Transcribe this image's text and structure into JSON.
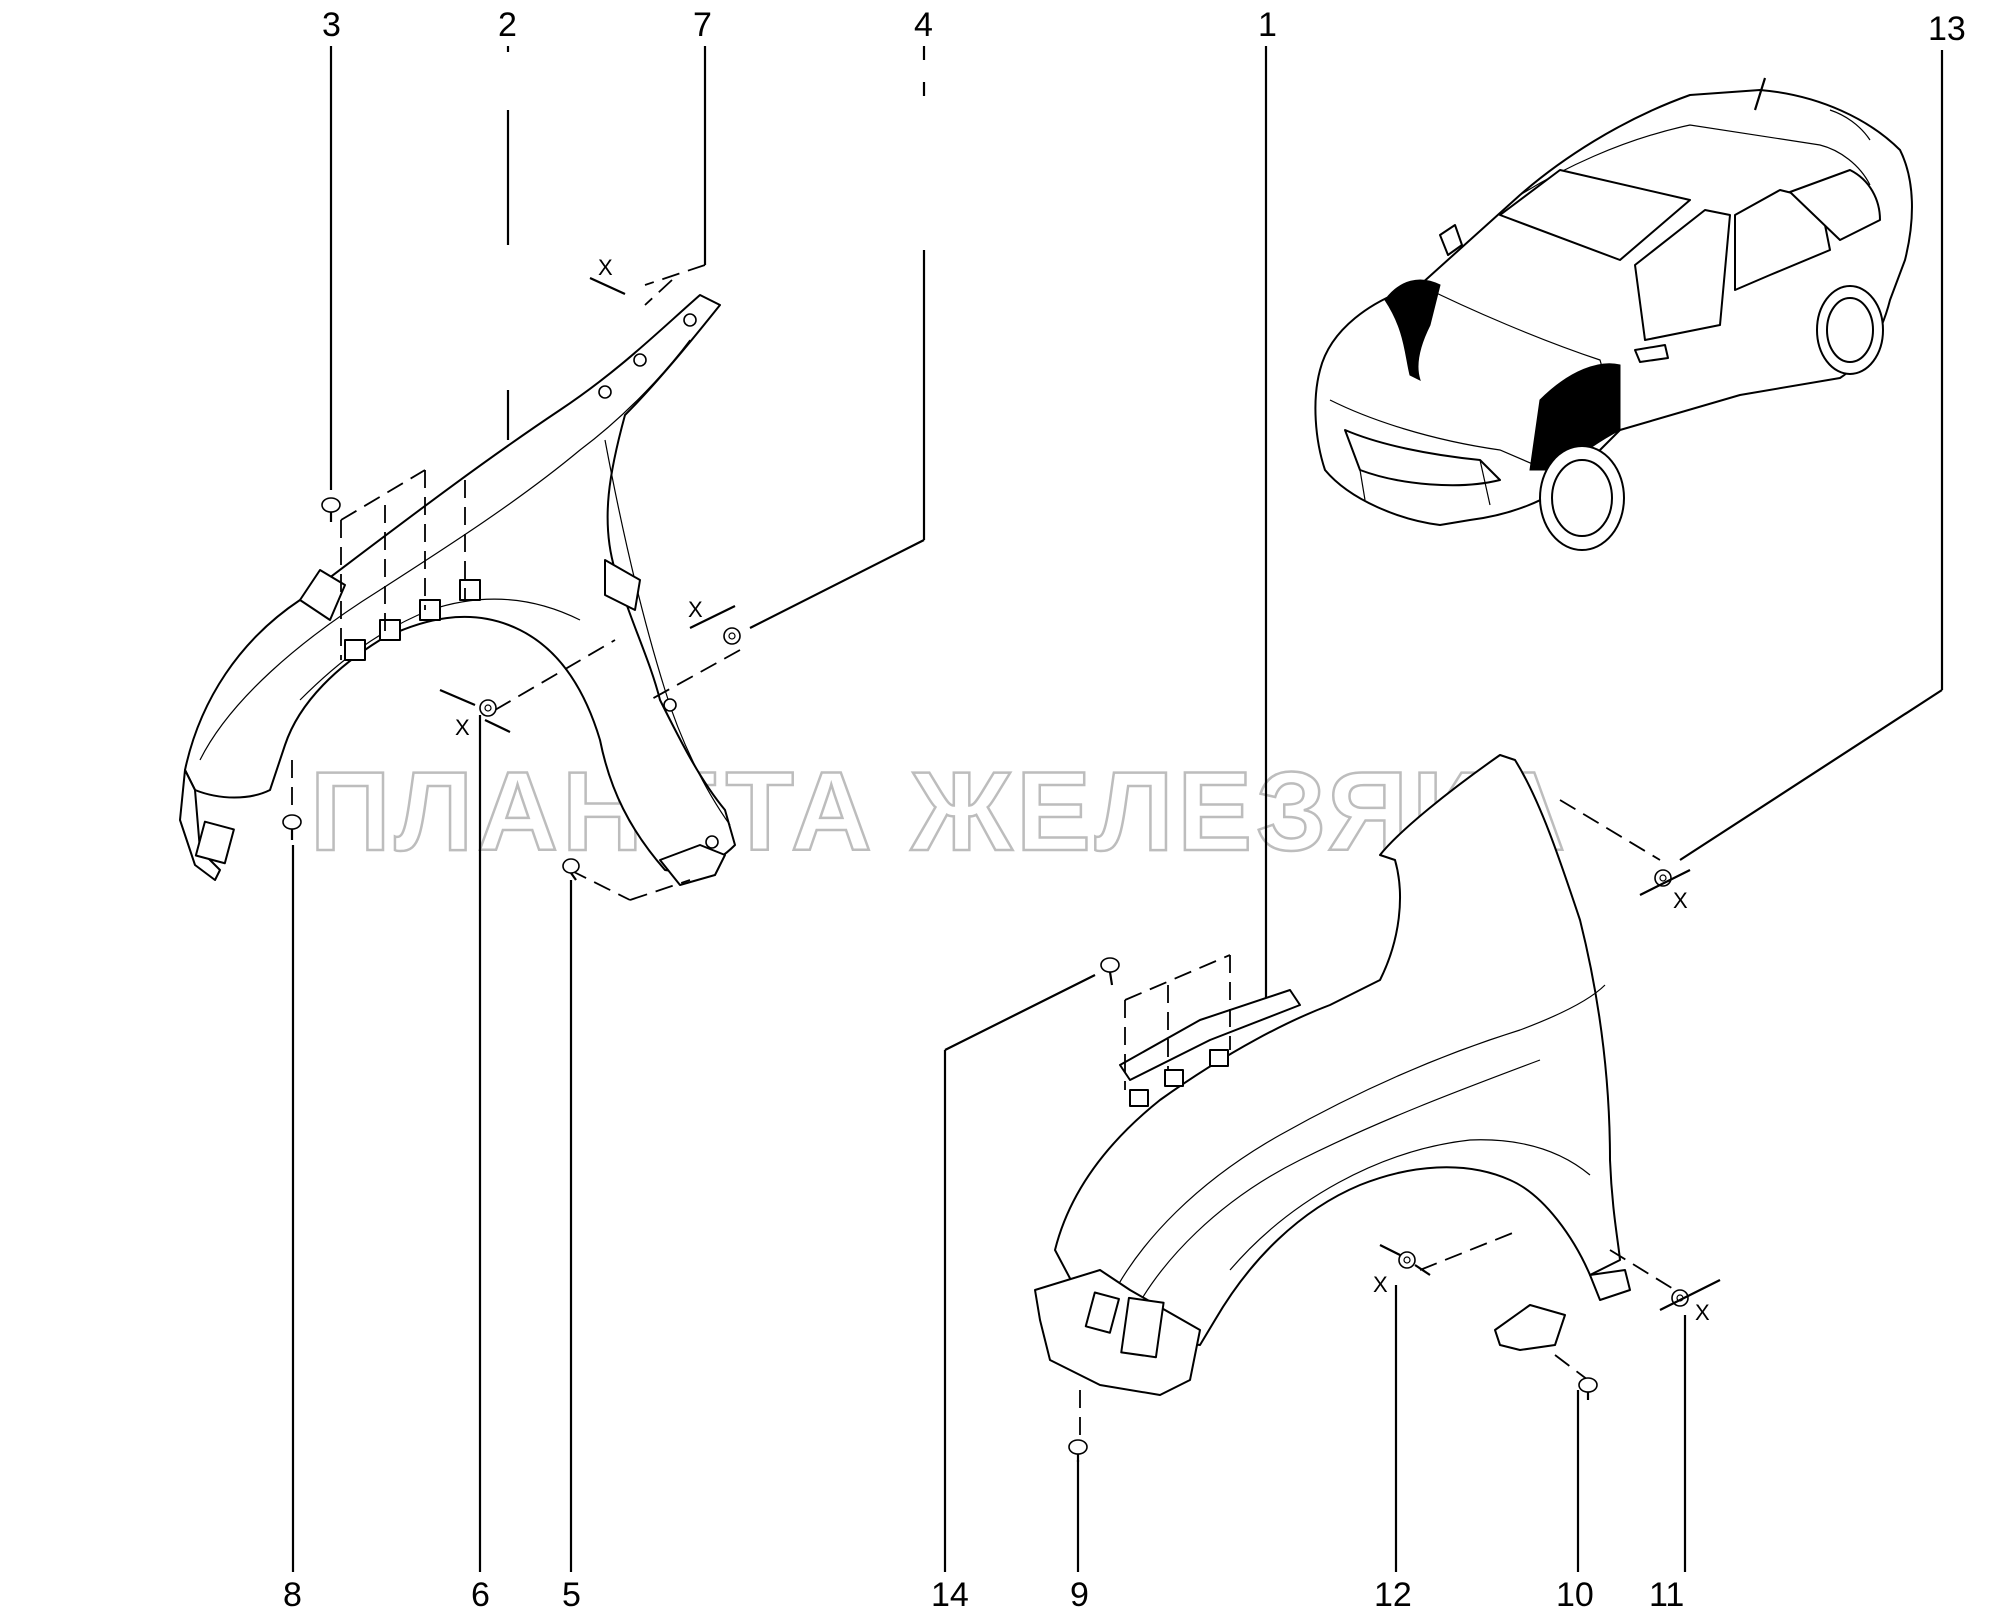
{
  "watermark": "ПЛАНЕТА ЖЕЛЕЗЯКА",
  "callouts": {
    "c1": "1",
    "c2": "2",
    "c3": "3",
    "c4": "4",
    "c5": "5",
    "c6": "6",
    "c7": "7",
    "c8": "8",
    "c9": "9",
    "c10": "10",
    "c11": "11",
    "c12": "12",
    "c13": "13",
    "c14": "14"
  },
  "tightening_mark": "X",
  "icons": [
    "car-overview-icon",
    "front-fender-left-part",
    "front-fender-right-part",
    "bolt-icon",
    "nut-icon",
    "clip-icon"
  ]
}
